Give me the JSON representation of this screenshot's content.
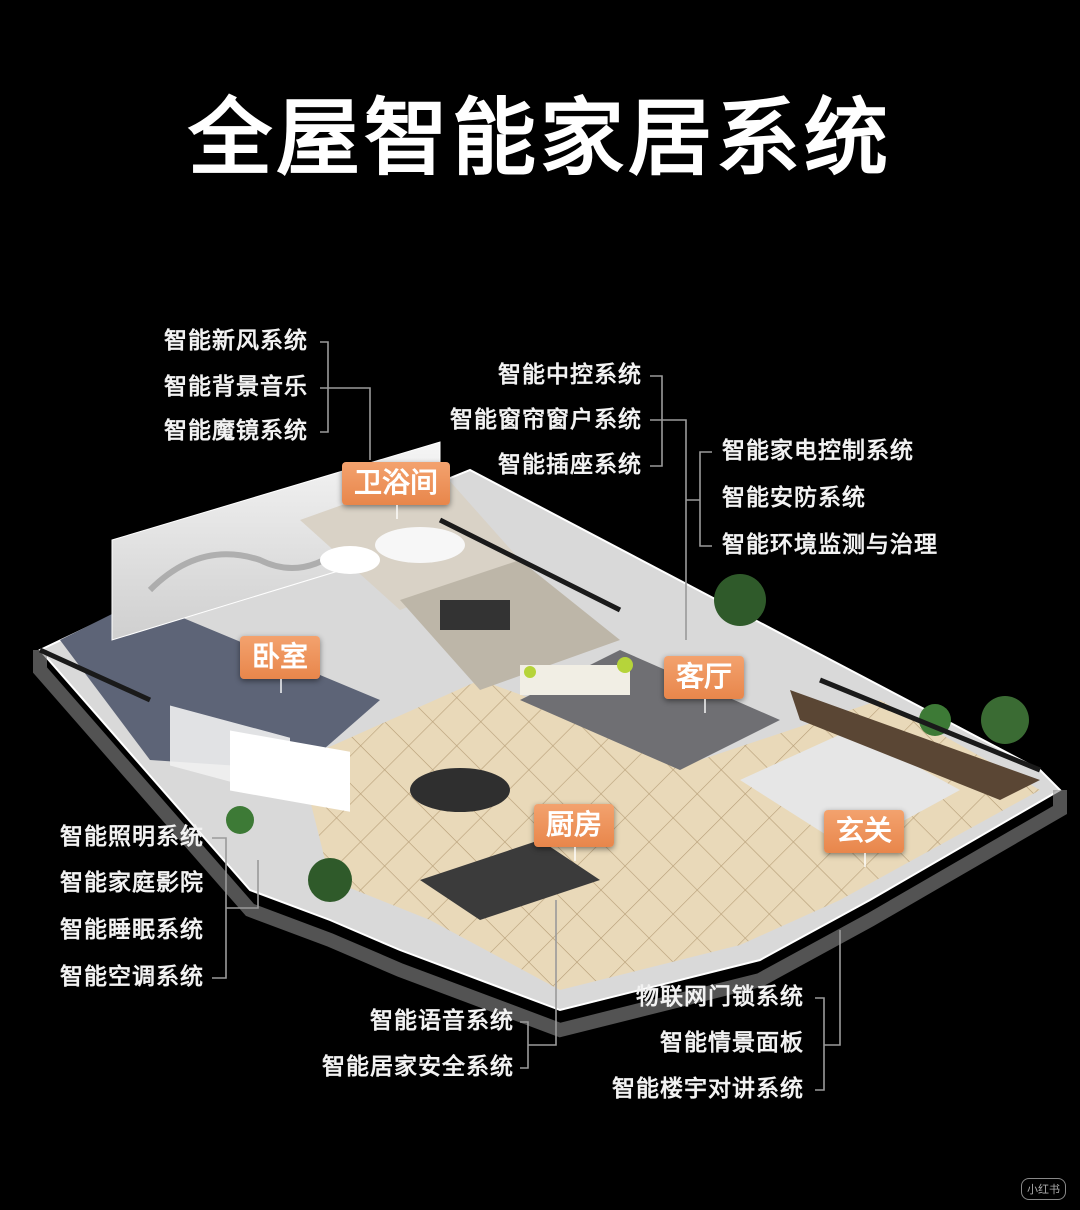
{
  "title": "全屋智能家居系统",
  "rooms": {
    "bathroom": "卫浴间",
    "bedroom": "卧室",
    "living": "客厅",
    "kitchen": "厨房",
    "entrance": "玄关"
  },
  "groups": {
    "top_left": [
      "智能新风系统",
      "智能背景音乐",
      "智能魔镜系统"
    ],
    "top_center": [
      "智能中控系统",
      "智能窗帘窗户系统",
      "智能插座系统"
    ],
    "top_right": [
      "智能家电控制系统",
      "智能安防系统",
      "智能环境监测与治理"
    ],
    "bottom_left": [
      "智能照明系统",
      "智能家庭影院",
      "智能睡眠系统",
      "智能空调系统"
    ],
    "bottom_center": [
      "智能语音系统",
      "智能居家安全系统"
    ],
    "bottom_right": [
      "物联网门锁系统",
      "智能情景面板",
      "智能楼宇对讲系统"
    ]
  },
  "watermark": "小红书",
  "colors": {
    "accent": "#e8864b",
    "background": "#000000",
    "floor": "#e8d7b7"
  }
}
